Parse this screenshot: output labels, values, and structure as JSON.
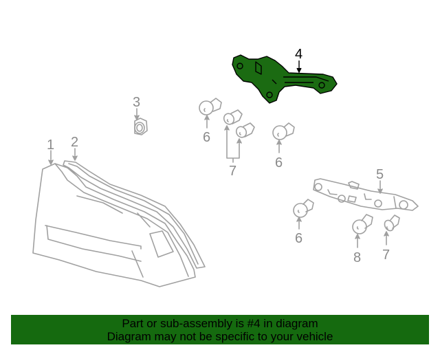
{
  "diagram": {
    "highlight_color": "#1b6b12",
    "line_color": "#a0a0a0",
    "callouts": [
      {
        "id": "1",
        "label": "1",
        "part": "tail-lamp-assembly"
      },
      {
        "id": "2",
        "label": "2",
        "part": "tail-lamp-gasket"
      },
      {
        "id": "3",
        "label": "3",
        "part": "nut"
      },
      {
        "id": "4",
        "label": "4",
        "part": "bulb-socket-harness",
        "highlighted": true
      },
      {
        "id": "5",
        "label": "5",
        "part": "socket-plate"
      },
      {
        "id": "6a",
        "label": "6",
        "part": "bulb"
      },
      {
        "id": "6b",
        "label": "6",
        "part": "bulb"
      },
      {
        "id": "6c",
        "label": "6",
        "part": "bulb"
      },
      {
        "id": "7a",
        "label": "7",
        "part": "bulb"
      },
      {
        "id": "7b",
        "label": "7",
        "part": "bulb"
      },
      {
        "id": "8",
        "label": "8",
        "part": "bulb"
      }
    ]
  },
  "banner": {
    "line1": "Part or sub-assembly is #4 in diagram",
    "line2": "Diagram may not be specific to your vehicle",
    "background": "#156a0f"
  }
}
